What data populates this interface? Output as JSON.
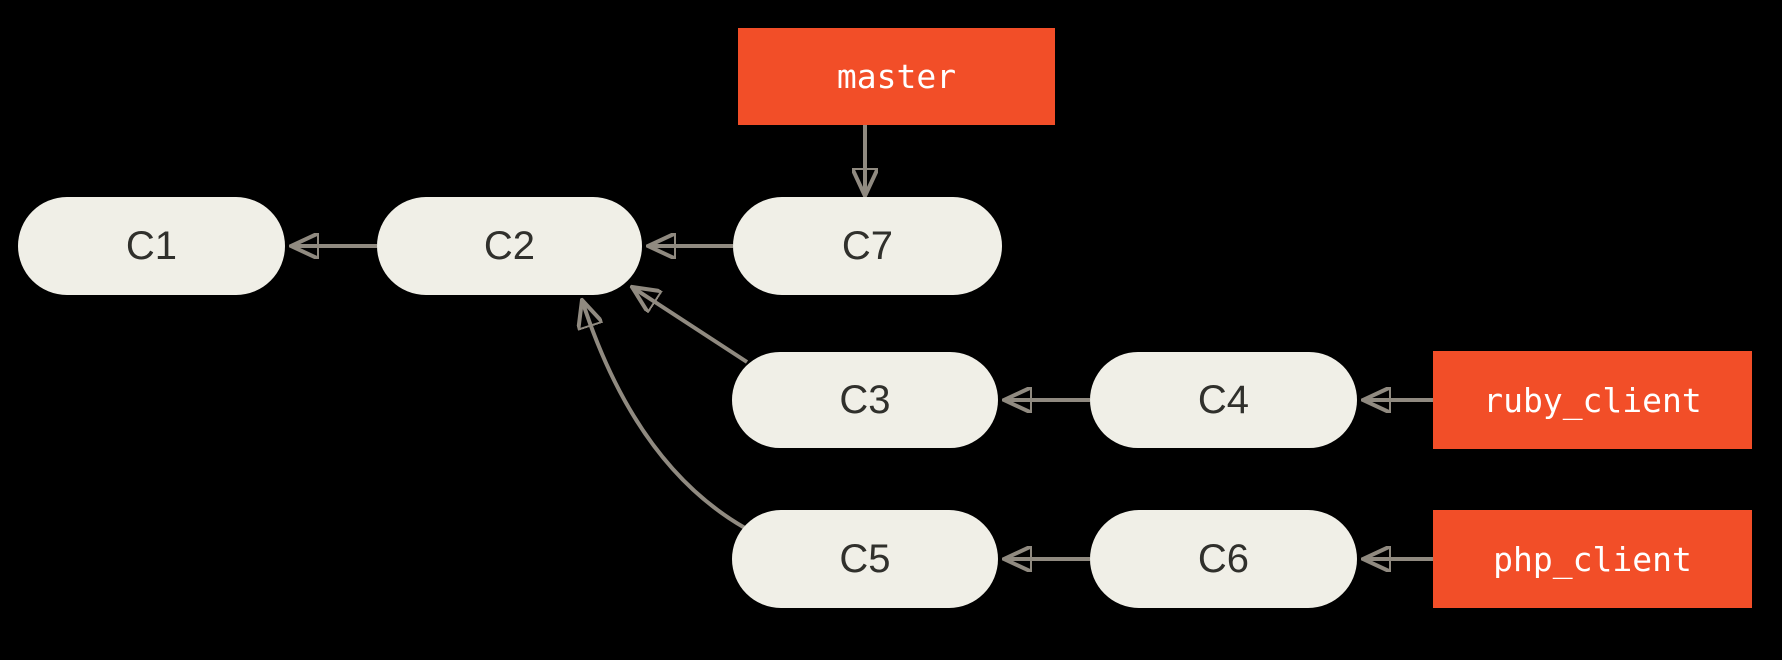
{
  "colors": {
    "background": "#000000",
    "node_fill": "#F0EFE7",
    "node_text": "#30302C",
    "branch_fill": "#F24E28",
    "branch_text": "#FFFFFF",
    "arrow": "#908A80"
  },
  "nodes": [
    {
      "label": "C1"
    },
    {
      "label": "C2"
    },
    {
      "label": "C7"
    },
    {
      "label": "C3"
    },
    {
      "label": "C4"
    },
    {
      "label": "C5"
    },
    {
      "label": "C6"
    }
  ],
  "branches": [
    {
      "label": "master",
      "points_to": "C7"
    },
    {
      "label": "ruby_client",
      "points_to": "C4"
    },
    {
      "label": "php_client",
      "points_to": "C6"
    }
  ],
  "edges": [
    {
      "from": "C2",
      "to": "C1"
    },
    {
      "from": "C7",
      "to": "C2"
    },
    {
      "from": "C3",
      "to": "C2"
    },
    {
      "from": "C5",
      "to": "C2"
    },
    {
      "from": "C4",
      "to": "C3"
    },
    {
      "from": "C6",
      "to": "C5"
    },
    {
      "from": "master",
      "to": "C7"
    },
    {
      "from": "ruby_client",
      "to": "C4"
    },
    {
      "from": "php_client",
      "to": "C6"
    }
  ]
}
